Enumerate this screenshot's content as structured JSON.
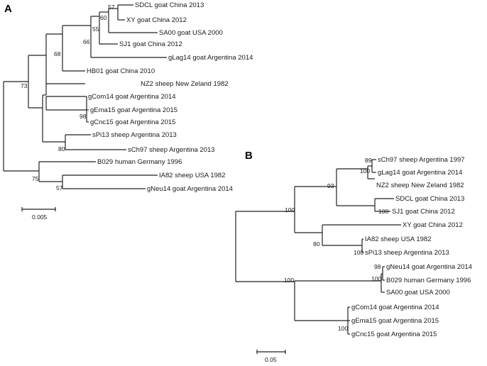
{
  "panels": [
    {
      "label": "A",
      "scale_label": "0.005",
      "taxa": [
        "SDCL goat China 2013",
        "XY goat China 2012",
        "SA00 goat USA 2000",
        "SJ1 goat China 2012",
        "gLag14 goat Argentina 2014",
        "HB01 goat China 2010",
        "NZ2 sheep New Zeland 1982",
        "gCom14 goat Argentina 2014",
        "gEma15 goat Argentina 2015",
        "gCnc15 goat Argentina 2015",
        "sPi13 sheep Argentina 2013",
        "sCh97 sheep  Argentina 2013",
        "B029 human Germany 1996",
        "IA82 sheep USA 1982",
        "gNeu14 goat Argentina 2014"
      ],
      "bootstrap": [
        "57",
        "60",
        "55",
        "66",
        "68",
        "73",
        "98",
        "80",
        "75",
        "57"
      ]
    },
    {
      "label": "B",
      "scale_label": "0.05",
      "taxa": [
        "sCh97 sheep Argentina 1997",
        "gLag14 goat Argentina 2014",
        "NZ2 sheep New Zeland 1982",
        "SDCL goat China 2013",
        "SJ1 goat China 2012",
        "XY goat China 2012",
        "IA82 sheep USA 1982",
        "sPi13 sheep Argentina 2013",
        "gNeu14 goat Argentina 2014",
        "B029 human Germany 1996",
        "SA00 goat USA 2000",
        "gCom14 goat Argentina 2014",
        "gEma15 goat Argentina 2015",
        "gCnc15 goat Argentina 2015"
      ],
      "bootstrap": [
        "89",
        "100",
        "93",
        "100",
        "100",
        "100",
        "80",
        "98",
        "100",
        "100",
        "100"
      ]
    }
  ]
}
